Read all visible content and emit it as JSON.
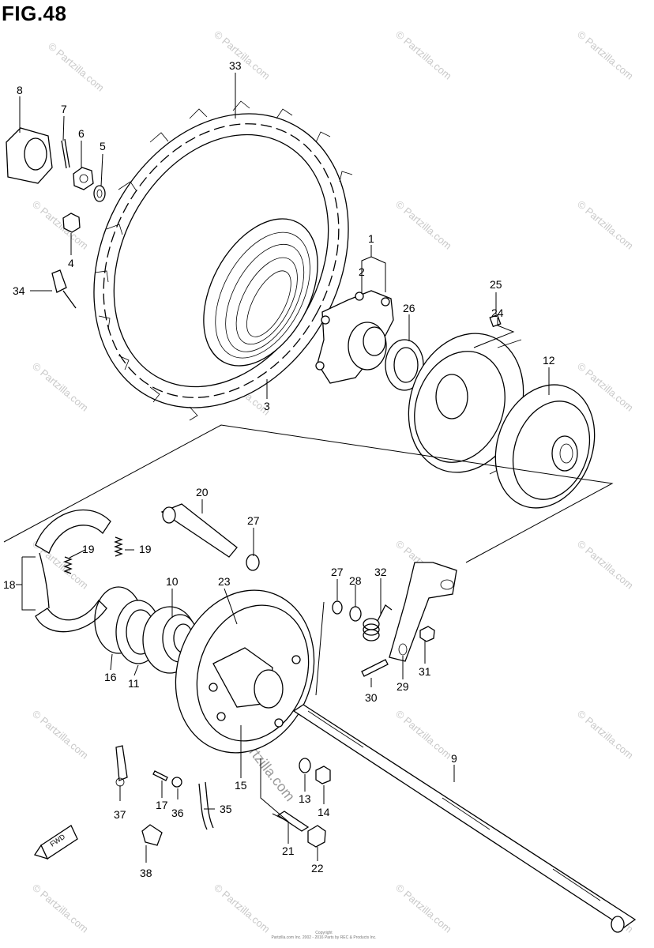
{
  "figure": {
    "title": "FIG.48",
    "fwd_label": "FWD",
    "diagonal_watermark": "© Partzilla.com",
    "watermark_text": "© Partzilla.com",
    "copyright_line1": "Copyright",
    "copyright_line2": "Partzilla.com Inc. 2002 - 2016 Parts by REC & Products Inc."
  },
  "callouts": [
    {
      "id": "c1",
      "label": "1"
    },
    {
      "id": "c2",
      "label": "2"
    },
    {
      "id": "c3",
      "label": "3"
    },
    {
      "id": "c4",
      "label": "4"
    },
    {
      "id": "c5",
      "label": "5"
    },
    {
      "id": "c6",
      "label": "6"
    },
    {
      "id": "c7",
      "label": "7"
    },
    {
      "id": "c8",
      "label": "8"
    },
    {
      "id": "c9",
      "label": "9"
    },
    {
      "id": "c10",
      "label": "10"
    },
    {
      "id": "c11",
      "label": "11"
    },
    {
      "id": "c12",
      "label": "12"
    },
    {
      "id": "c13",
      "label": "13"
    },
    {
      "id": "c14",
      "label": "14"
    },
    {
      "id": "c15",
      "label": "15"
    },
    {
      "id": "c16",
      "label": "16"
    },
    {
      "id": "c17",
      "label": "17"
    },
    {
      "id": "c18",
      "label": "18"
    },
    {
      "id": "c19a",
      "label": "19"
    },
    {
      "id": "c19b",
      "label": "19"
    },
    {
      "id": "c20",
      "label": "20"
    },
    {
      "id": "c21",
      "label": "21"
    },
    {
      "id": "c22",
      "label": "22"
    },
    {
      "id": "c23",
      "label": "23"
    },
    {
      "id": "c24",
      "label": "24"
    },
    {
      "id": "c25",
      "label": "25"
    },
    {
      "id": "c26",
      "label": "26"
    },
    {
      "id": "c27a",
      "label": "27"
    },
    {
      "id": "c27b",
      "label": "27"
    },
    {
      "id": "c28",
      "label": "28"
    },
    {
      "id": "c29",
      "label": "29"
    },
    {
      "id": "c30",
      "label": "30"
    },
    {
      "id": "c31",
      "label": "31"
    },
    {
      "id": "c32",
      "label": "32"
    },
    {
      "id": "c33",
      "label": "33"
    },
    {
      "id": "c34",
      "label": "34"
    },
    {
      "id": "c35",
      "label": "35"
    },
    {
      "id": "c36",
      "label": "36"
    },
    {
      "id": "c37",
      "label": "37"
    },
    {
      "id": "c38",
      "label": "38"
    }
  ]
}
